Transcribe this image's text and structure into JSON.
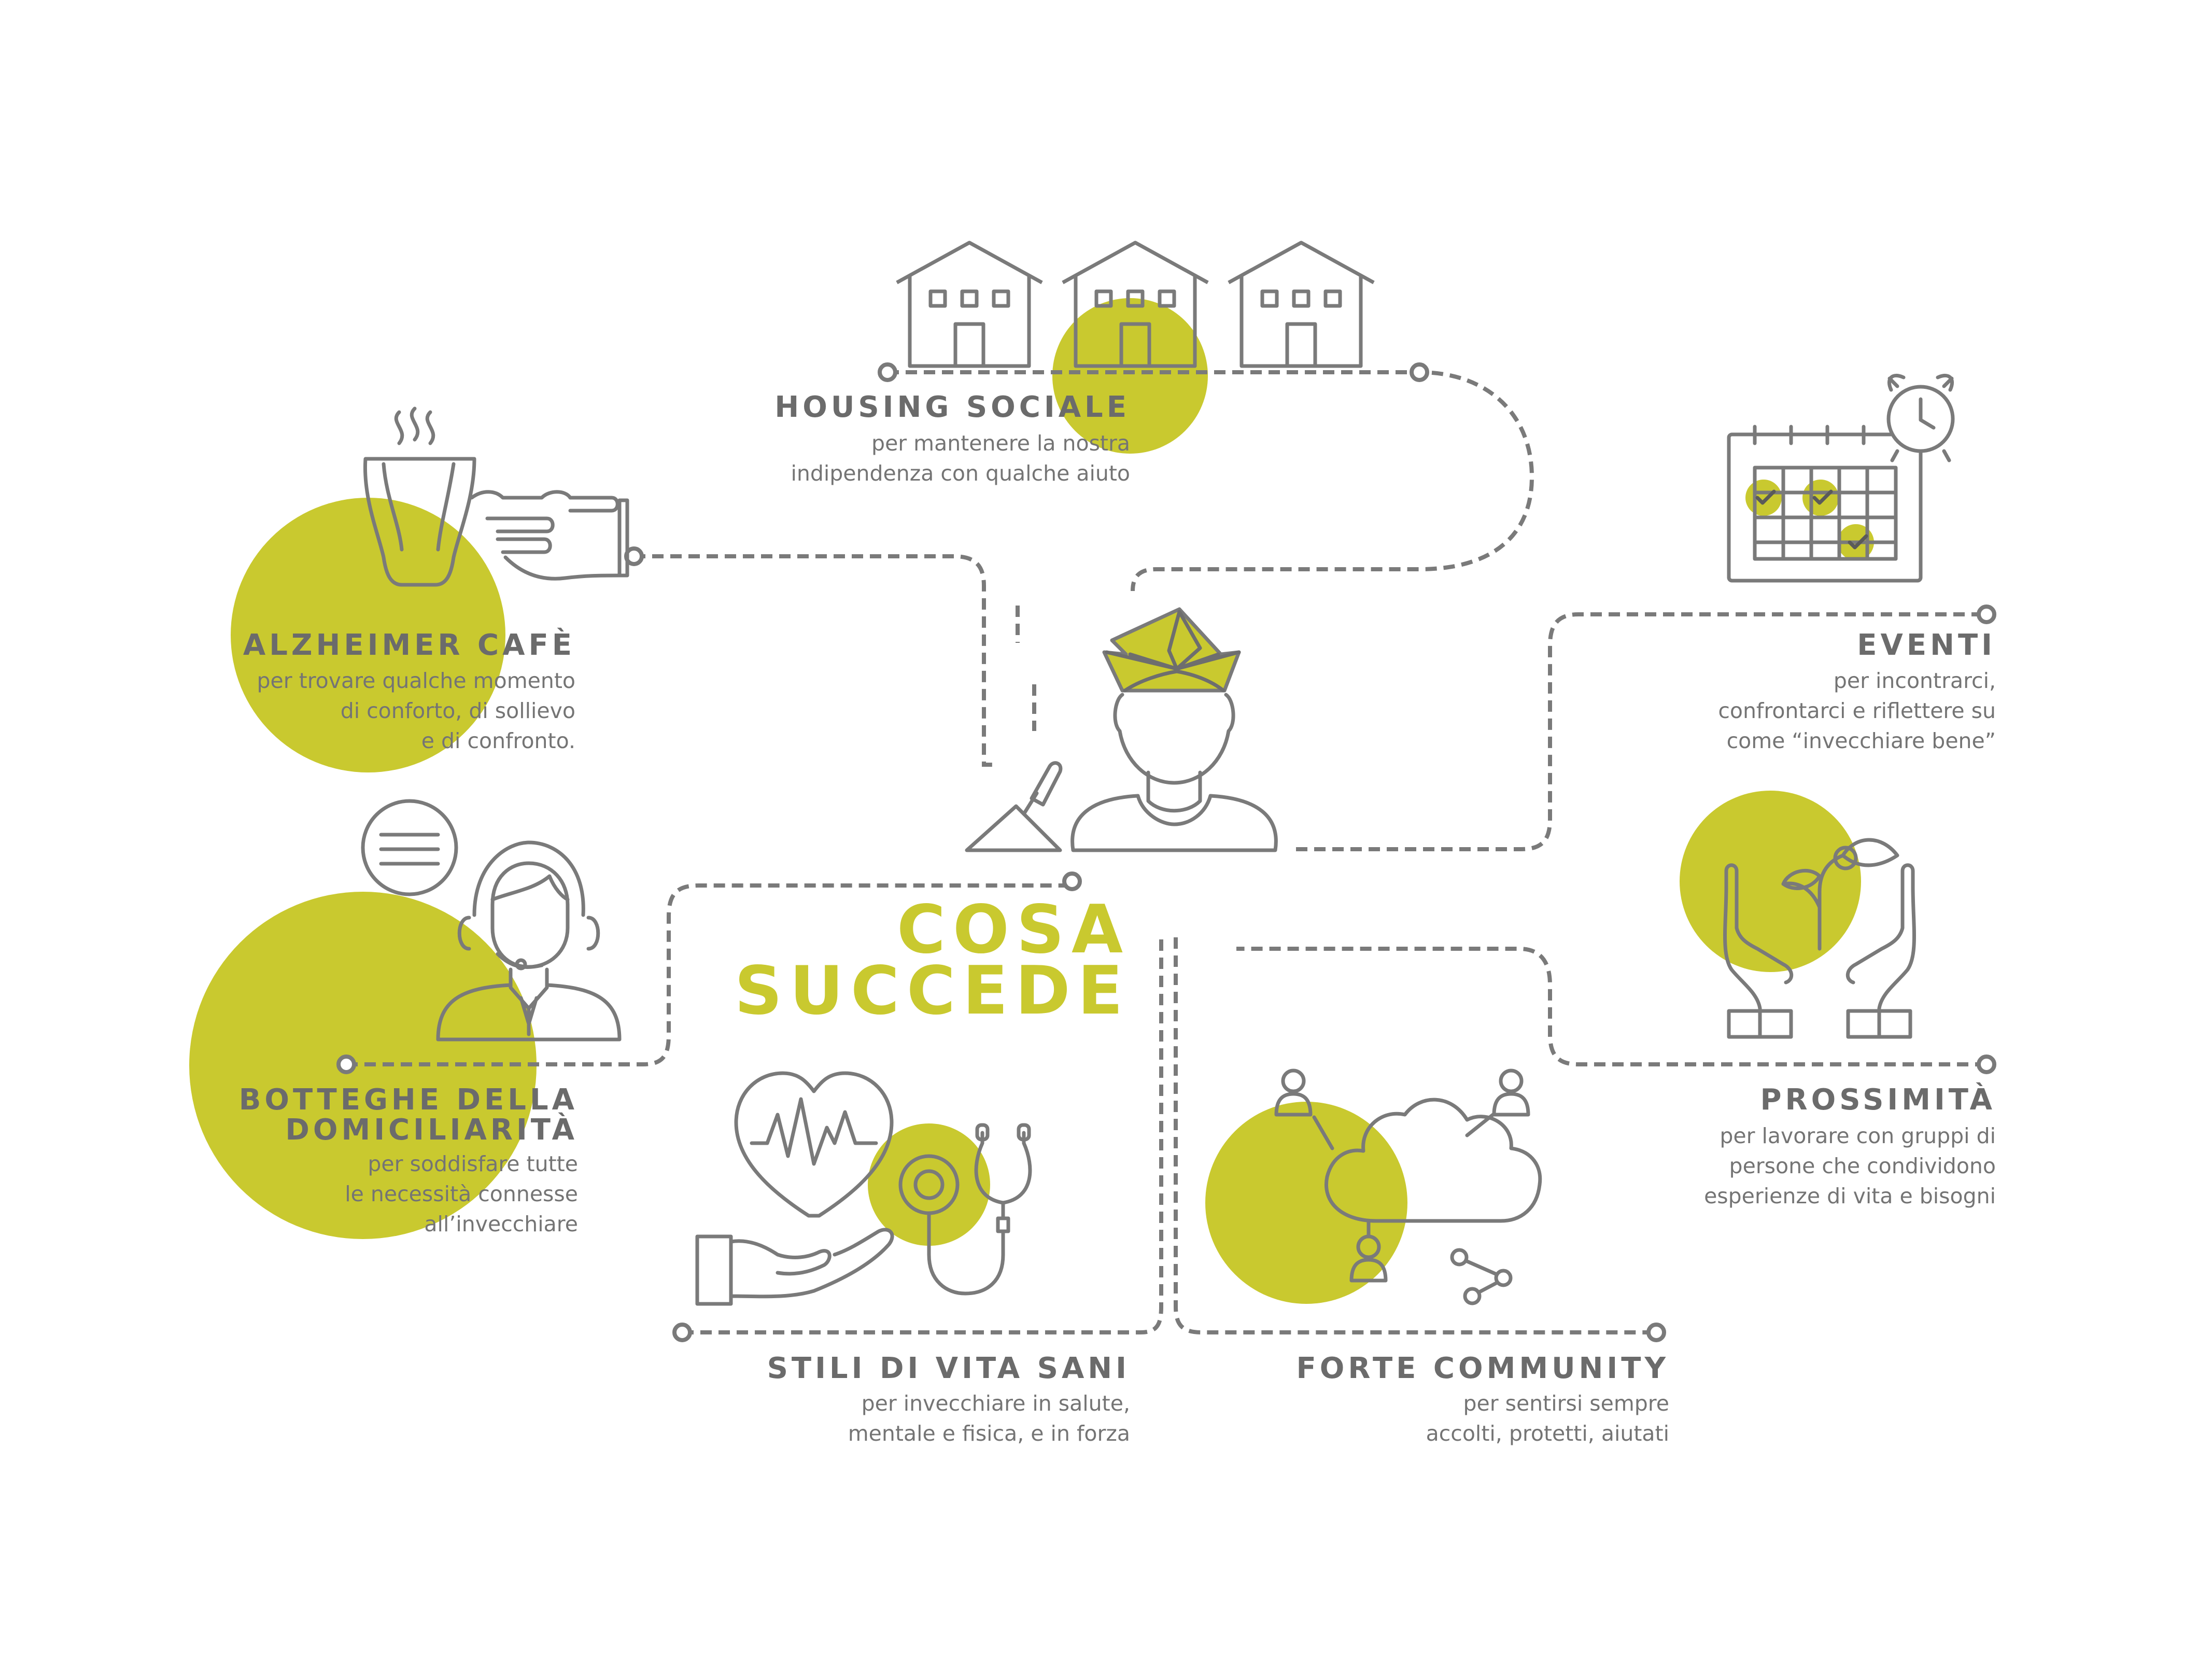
{
  "colors": {
    "accent": "#c9c92f",
    "line": "#7a7a7a",
    "text": "#6b6b6b"
  },
  "center": {
    "line1": "COSA",
    "line2": "SUCCEDE"
  },
  "items": [
    {
      "id": "housing",
      "title": "HOUSING SOCIALE",
      "desc": "per mantenere la nostra\nindipendenza con qualche aiuto",
      "icon": "houses-icon"
    },
    {
      "id": "alzheimer",
      "title": "ALZHEIMER CAFÈ",
      "desc": "per trovare qualche momento\ndi conforto, di sollievo\ne di confronto.",
      "icon": "coffee-cup-hand-icon"
    },
    {
      "id": "eventi",
      "title": "EVENTI",
      "desc": "per incontrarci,\nconfrontarci e riflettere su\ncome “invecchiare bene”",
      "icon": "calendar-alarm-icon"
    },
    {
      "id": "botteghe",
      "title1": "BOTTEGHE DELLA",
      "title2": "DOMICILIARITÀ",
      "desc": "per soddisfare tutte\nle necessità connesse\nall’invecchiare",
      "icon": "support-operator-icon"
    },
    {
      "id": "prossimita",
      "title": "PROSSIMITÀ",
      "desc": "per lavorare con gruppi di\npersone che condividono\nesperienze di vita e bisogni",
      "icon": "hands-plant-icon"
    },
    {
      "id": "stili",
      "title": "STILI DI VITA SANI",
      "desc": "per invecchiare in salute,\nmentale e fisica, e in forza",
      "icon": "heart-stethoscope-icon"
    },
    {
      "id": "community",
      "title": "FORTE COMMUNITY",
      "desc": "per sentirsi sempre\naccolti, protetti, aiutati",
      "icon": "cloud-network-icon"
    }
  ],
  "center_icon": "person-paper-hat-icon"
}
